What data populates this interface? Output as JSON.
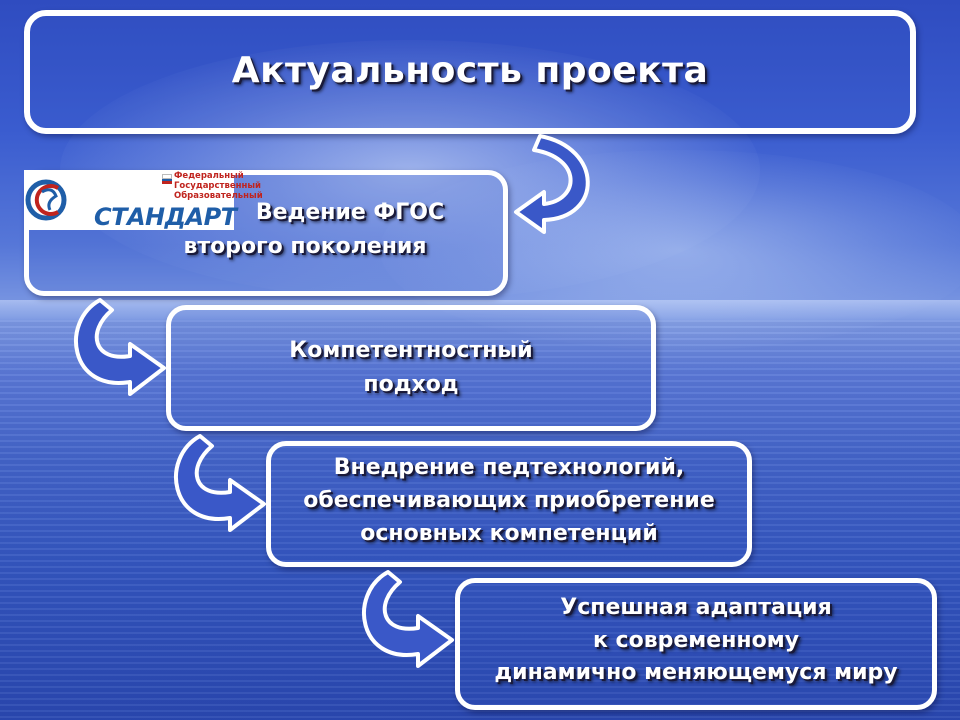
{
  "title": "Актуальность проекта",
  "steps": [
    {
      "lines": [
        "Ведение ФГОС",
        "второго поколения"
      ]
    },
    {
      "lines": [
        "Компетентностный",
        "подход"
      ]
    },
    {
      "lines": [
        "Внедрение педтехнологий,",
        "обеспечивающих приобретение",
        "основных компетенций"
      ]
    },
    {
      "lines": [
        "Успешная адаптация",
        "к современному",
        "динамично меняющемуся миру"
      ]
    }
  ],
  "logo": {
    "lines": [
      "Федеральный",
      "Государственный",
      "Образовательный"
    ],
    "wordmark": "СТАНДАРТ"
  },
  "colors": {
    "box_border": "#ffffff",
    "text": "#ffffff",
    "logo_red": "#c0241e",
    "logo_blue": "#1f5ea8"
  }
}
